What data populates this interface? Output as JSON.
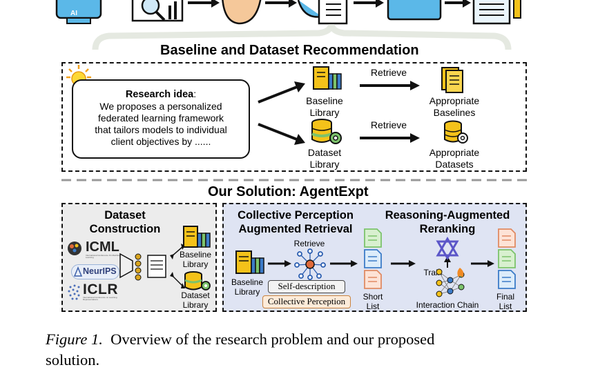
{
  "top_banner": {
    "title": "Baseline and Dataset Recommendation",
    "icon_ai_label": "AI"
  },
  "recommendation": {
    "idea_heading": "Research idea",
    "idea_colon": ":",
    "idea_lines": [
      "We proposes a personalized",
      "federated learning framework",
      "that tailors models to individual",
      "client objectives by ......"
    ],
    "baseline_library": [
      "Baseline",
      "Library"
    ],
    "dataset_library": [
      "Dataset",
      "Library"
    ],
    "retrieve_1": "Retrieve",
    "retrieve_2": "Retrieve",
    "appropriate_baselines": [
      "Appropriate",
      "Baselines"
    ],
    "appropriate_datasets": [
      "Appropriate",
      "Datasets"
    ]
  },
  "solution": {
    "title": "Our Solution: AgentExpt",
    "dataset_construction": [
      "Dataset",
      "Construction"
    ],
    "venues": [
      "ICML",
      "NeurIPS",
      "ICLR"
    ],
    "venue_sublabel": "International Conference On Machine Learning",
    "iclr_sublabel": "International Conference on Learning Representations",
    "dc_baseline_library": [
      "Baseline",
      "Library"
    ],
    "dc_dataset_library": [
      "Dataset",
      "Library"
    ],
    "collective_heading": [
      "Collective Perception",
      "Augmented Retrieval"
    ],
    "reasoning_heading": [
      "Reasoning-Augmented",
      "Reranking"
    ],
    "retrieve": "Retrieve",
    "cp_baseline_library": [
      "Baseline",
      "Library"
    ],
    "self_description": "Self-description",
    "collective_perception": "Collective Perception",
    "short_list": [
      "Short",
      "List"
    ],
    "train": "Train",
    "interaction_chain": "Interaction Chain",
    "final_list": [
      "Final",
      "List"
    ]
  },
  "caption": {
    "figure_label": "Figure 1.",
    "text_line1": "Overview of the research problem and our proposed",
    "text_line2": "solution."
  },
  "colors": {
    "panel_gray": "#ececec",
    "panel_blue": "#dfe4f3",
    "doc_yellow": "#f4c21a",
    "doc_blue": "#3b7bc8",
    "doc_green": "#7cc36b",
    "doc_pink": "#f3b8a0",
    "sky_blue": "#5bb8e8"
  }
}
